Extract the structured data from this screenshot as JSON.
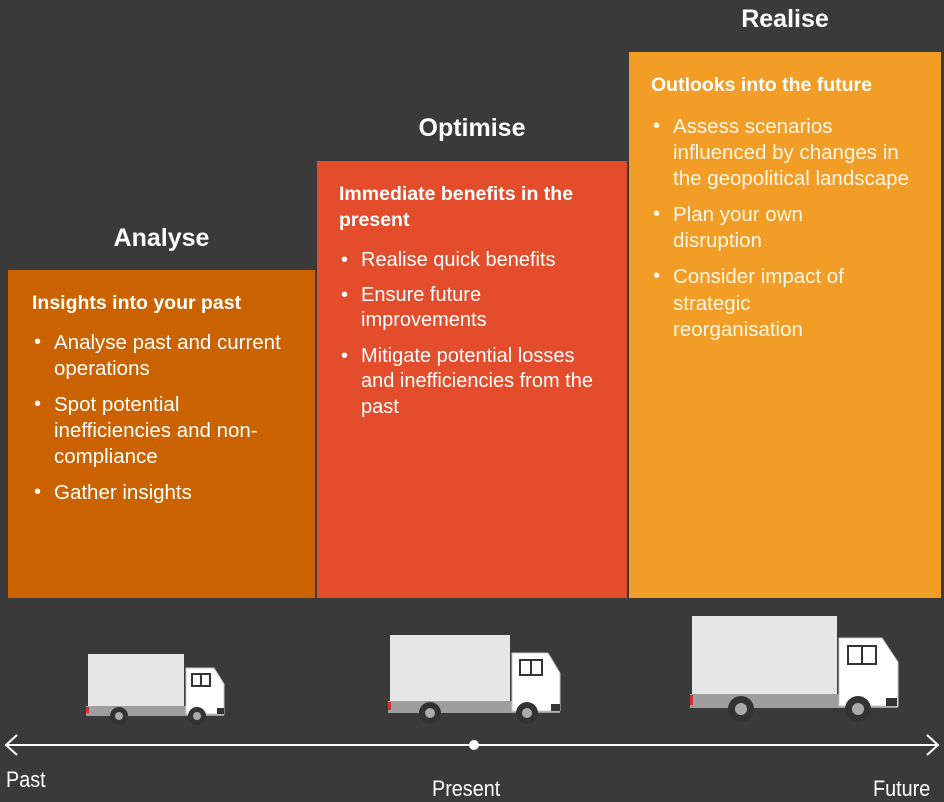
{
  "stages": [
    {
      "title": "Analyse",
      "heading": "Insights into your past",
      "bullets": [
        "Analyse past and current operations",
        "Spot potential inefficiencies and non-compliance",
        "Gather insights"
      ],
      "color": "#cb6200"
    },
    {
      "title": "Optimise",
      "heading": "Immediate benefits in the present",
      "bullets": [
        "Realise quick benefits",
        "Ensure future improvements",
        "Mitigate potential losses and inefficiencies from the past"
      ],
      "color": "#e34d2b"
    },
    {
      "title": "Realise",
      "heading": "Outlooks into the future",
      "bullets": [
        "Assess scenarios influenced by changes in the geopolitical landscape",
        "Plan your own disruption",
        "Consider impact of strategic reorganisation"
      ],
      "color": "#f29d26"
    }
  ],
  "timeline": {
    "past": "Past",
    "present": "Present",
    "future": "Future"
  },
  "colors": {
    "background": "#3a3a3a",
    "truck_body": "#e6e6e6",
    "truck_chassis": "#9e9e9e"
  }
}
